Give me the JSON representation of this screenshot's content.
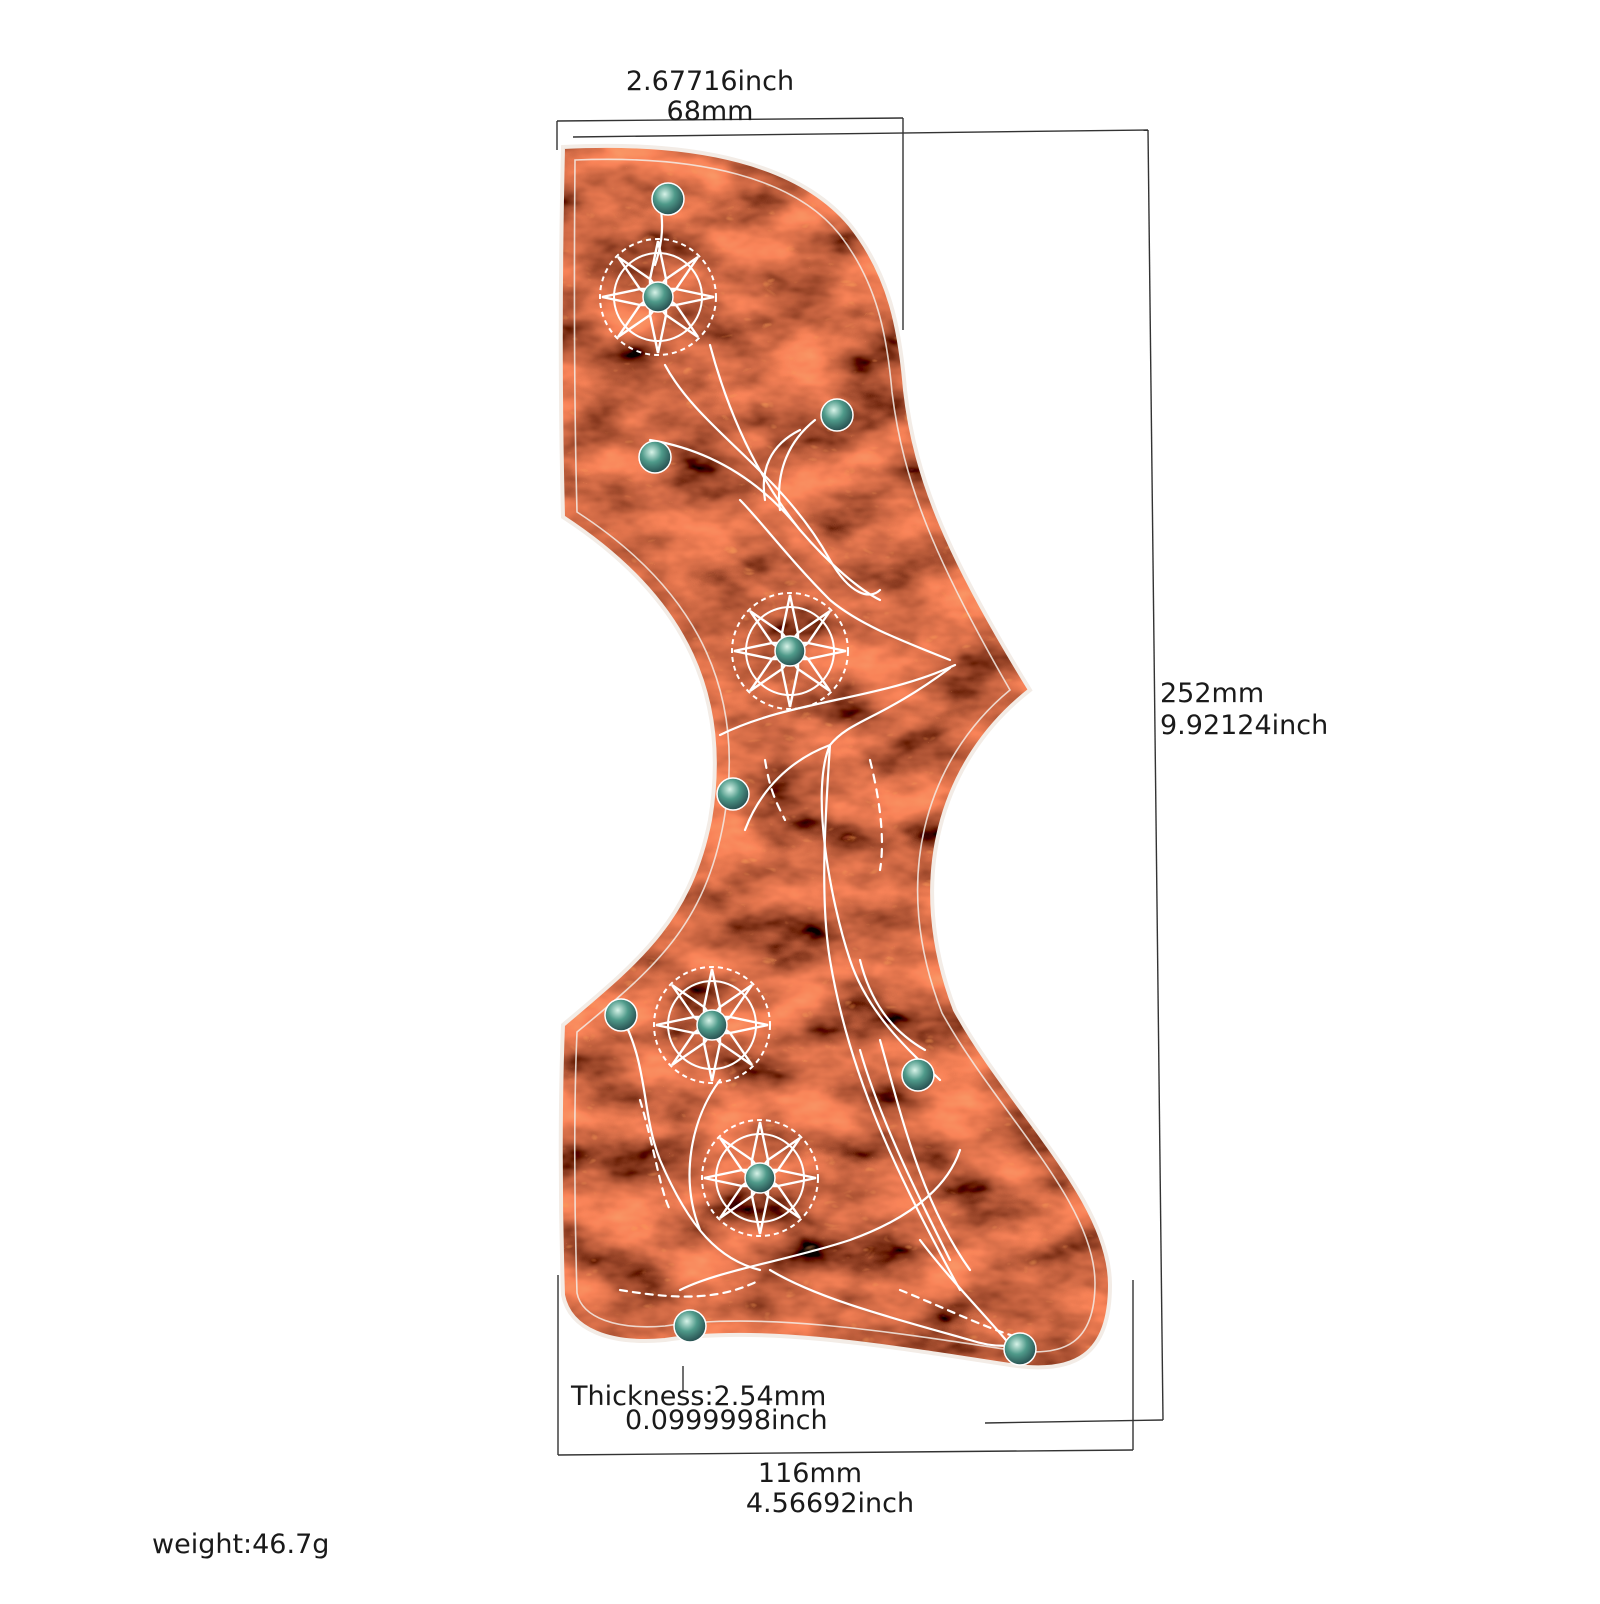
{
  "top_width": {
    "inch": "2.67716inch",
    "mm": "68mm"
  },
  "height": {
    "mm": "252mm",
    "inch": "9.92124inch"
  },
  "thickness": {
    "mm": "Thickness:2.54mm",
    "inch": "0.0999998inch"
  },
  "bottom_width": {
    "mm": "116mm",
    "inch": "4.56692inch"
  },
  "weight": "weight:46.7g",
  "colors": {
    "tortoise_base": "#8e1a0e",
    "tortoise_dark": "#3d0604",
    "tortoise_bright": "#d8361a",
    "binding": "#f3ece6",
    "inlay_line": "#ffffff",
    "abalone": "#4f9a8a",
    "dimension_line": "#333333"
  }
}
